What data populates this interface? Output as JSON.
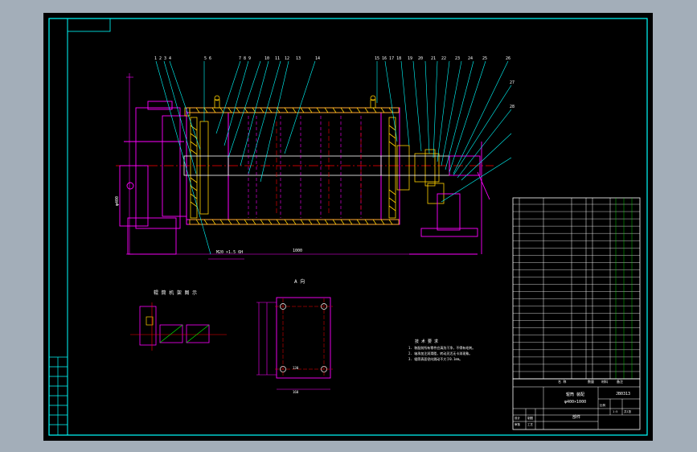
{
  "drawing": {
    "title_block": {
      "drawing_number": "JB0313",
      "name_line1": "辊筒 装配",
      "name_line2": "φ400×1000",
      "part_label": "部件",
      "ratio_label": "比例",
      "ratio": "1:5",
      "sheet_label": "共1张",
      "scale_col": "1:5"
    },
    "labels": {
      "section_a": "A 向",
      "schematic_title": "辊 筒 机 架 图 示",
      "notes_title": "技 术 要 求",
      "notes": [
        "1. 装配前所有零件应清洗干净，不得有毛刺。",
        "2. 轴承加注润滑脂，转动灵活无卡滞现象。",
        "3. 辊筒表面径向跳动不大于0.1mm。"
      ]
    },
    "balloons_left": [
      "1 2 3 4",
      "5 6",
      "7 8 9",
      "10",
      "11",
      "12",
      "13",
      "14"
    ],
    "balloons_right": [
      "15 16 17 18",
      "19",
      "20",
      "21",
      "22",
      "23",
      "24",
      "25",
      "26",
      "27",
      "28"
    ],
    "bom_rows": 24
  },
  "colors": {
    "background": "#a3aeb9",
    "sheet": "#000000",
    "frame": "#00ffff",
    "outline": "#ff00ff",
    "centerline": "#ff0000",
    "dimension": "#00ff00",
    "hatch": "#ffd000",
    "text": "#ffffff"
  }
}
